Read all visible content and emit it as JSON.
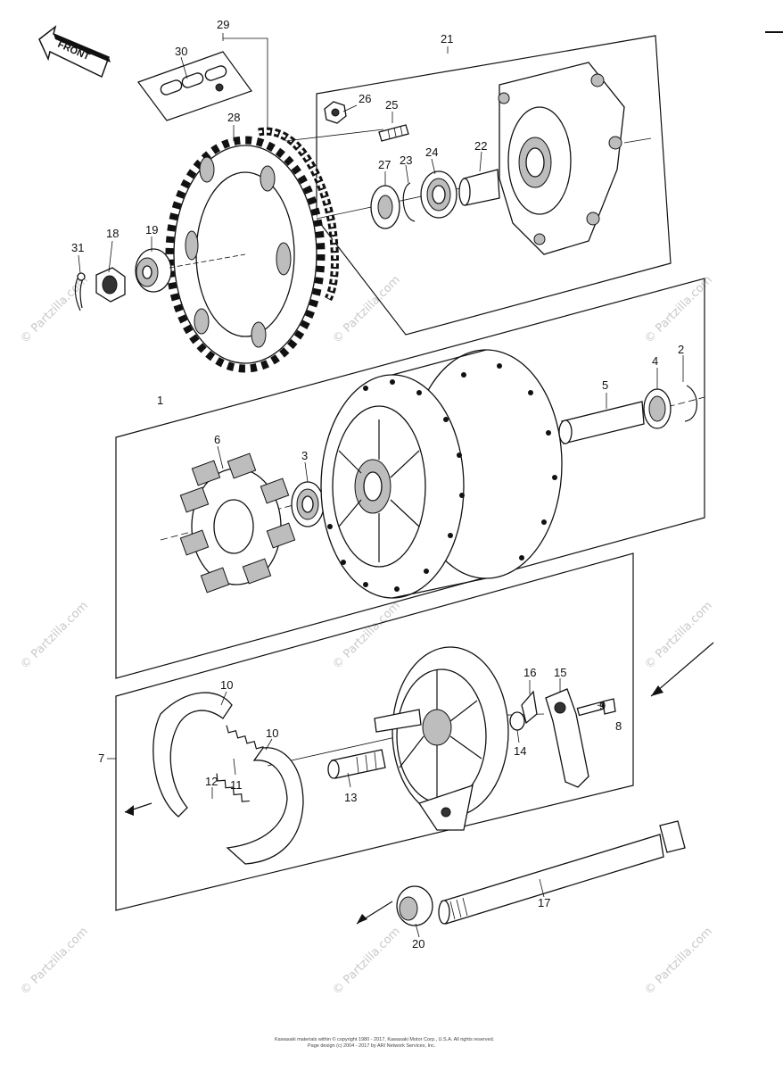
{
  "front_label": "FRONT",
  "part_labels": {
    "p1": "1",
    "p2": "2",
    "p3": "3",
    "p4": "4",
    "p5": "5",
    "p6": "6",
    "p7": "7",
    "p8": "8",
    "p9": "9",
    "p10a": "10",
    "p10b": "10",
    "p11": "11",
    "p12": "12",
    "p13": "13",
    "p14": "14",
    "p15": "15",
    "p16": "16",
    "p17": "17",
    "p18": "18",
    "p19": "19",
    "p20": "20",
    "p21": "21",
    "p22": "22",
    "p23": "23",
    "p24": "24",
    "p25": "25",
    "p26": "26",
    "p27": "27",
    "p28": "28",
    "p29": "29",
    "p30": "30",
    "p31": "31"
  },
  "watermark": "© Partzilla.com",
  "footer": {
    "line1": "Kawasaki materials within © copyright 1980 - 2017, Kawasaki Motor Corp., U.S.A. All rights reserved.",
    "line2": "Page design (c) 2004 - 2017 by ARI Network Services, Inc."
  }
}
